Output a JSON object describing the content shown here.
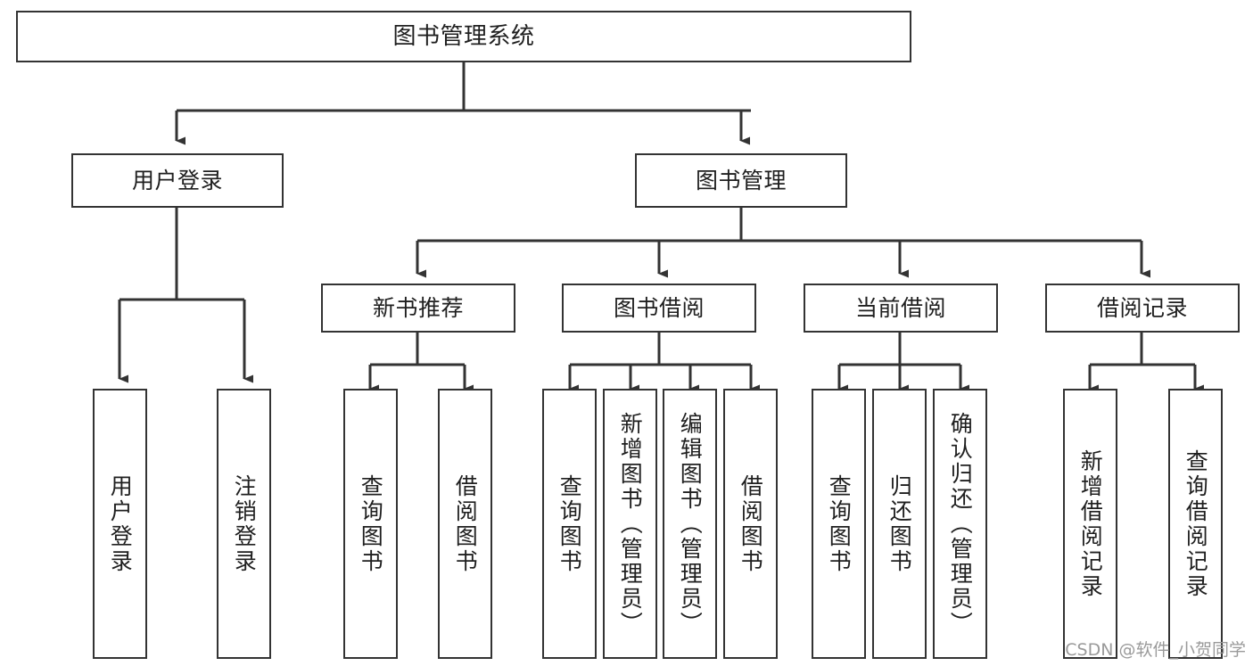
{
  "diagram": {
    "title": "图书管理系统",
    "watermark": "CSDN @软件_小贺同学",
    "colors": {
      "stroke": "#333333",
      "fill": "#ffffff",
      "text": "#1f1f1f",
      "watermark": "#9a9a9a"
    },
    "nodes": {
      "root": "图书管理系统",
      "level2": {
        "user_login": "用户登录",
        "book_manage": "图书管理"
      },
      "level3": {
        "new_book_recommend": "新书推荐",
        "book_borrow": "图书借阅",
        "current_borrow": "当前借阅",
        "borrow_record": "借阅记录"
      },
      "leaves": {
        "user_login_1": "用户登录",
        "user_login_2": "注销登录",
        "recommend_1": "查询图书",
        "recommend_2": "借阅图书",
        "borrow_1": "查询图书",
        "borrow_2": "新增图书（管理员）",
        "borrow_3": "编辑图书（管理员）",
        "borrow_4": "借阅图书",
        "current_1": "查询图书",
        "current_2": "归还图书",
        "current_3": "确认归还（管理员）",
        "record_1": "新增借阅记录",
        "record_2": "查询借阅记录"
      }
    }
  }
}
